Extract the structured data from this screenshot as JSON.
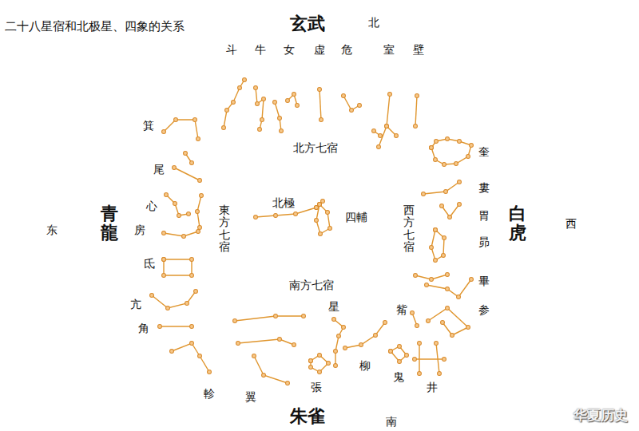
{
  "diagram": {
    "title": "二十八星宿和北极星、四象的关系",
    "labels": [
      "玄武",
      "北",
      "斗",
      "牛",
      "女",
      "虚",
      "危",
      "室",
      "壁",
      "北方七宿",
      "箕",
      "尾",
      "心",
      "房",
      "氐",
      "亢",
      "角",
      "青龍",
      "东",
      "東方七宿",
      "北極",
      "四輔",
      "西方七宿",
      "南方七宿",
      "奎",
      "婁",
      "胃",
      "昴",
      "畢",
      "参",
      "白虎",
      "西",
      "觜",
      "井",
      "鬼",
      "柳",
      "星",
      "張",
      "翼",
      "軫",
      "朱雀",
      "南",
      "华夏历史"
    ]
  }
}
